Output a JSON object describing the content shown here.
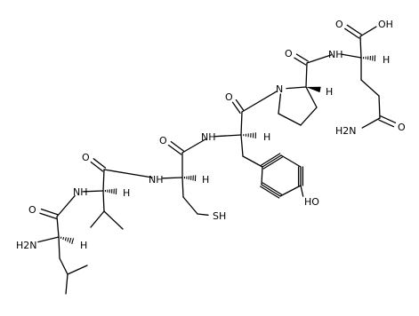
{
  "labels": {
    "n_terminal_amine": "H2N",
    "leu_alpha_h": "H",
    "leu_val_amide_nh": "NH",
    "val_alpha_h": "H",
    "val_cys_amide_nh": "NH",
    "cys_alpha_h": "H",
    "cys_thiol": "SH",
    "cys_tyr_amide_nh": "NH",
    "tyr_alpha_h": "H",
    "tyr_phenol": "HO",
    "pro_ring_n": "N",
    "pro_alpha_h": "H",
    "pro_gln_amide_nh": "NH",
    "gln_alpha_h": "H",
    "gln_side_amine": "H2N",
    "c_terminal_acid": "OH",
    "leu_carbonyl_o": "O",
    "val_carbonyl_o": "O",
    "cys_carbonyl_o": "O",
    "tyr_carbonyl_o": "O",
    "pro_carbonyl_o": "O",
    "gln_side_carbonyl_o": "O",
    "c_terminal_carbonyl_o": "O"
  }
}
